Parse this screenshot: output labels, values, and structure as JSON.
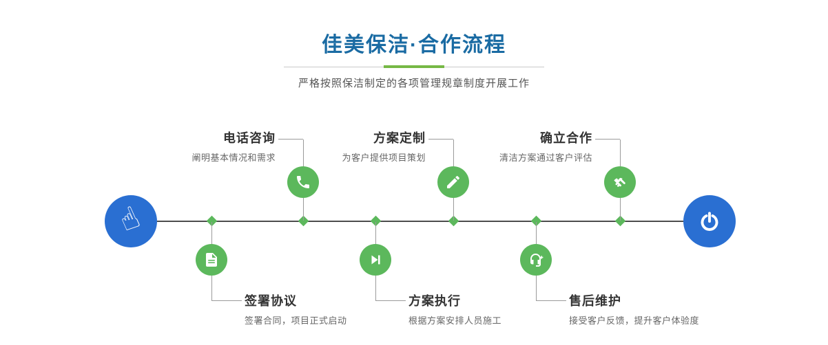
{
  "page": {
    "title": "佳美保洁·合作流程",
    "subtitle": "严格按照保洁制定的各项管理规章制度开展工作"
  },
  "colors": {
    "title_blue": "#1a6ba3",
    "green": "#5cb85c",
    "node_blue": "#2a6fd2",
    "line_dark": "#4c4c4c",
    "line_gray": "#9a9a9a",
    "divider_green": "#76b845",
    "text_dark": "#333333",
    "text_muted": "#666666"
  },
  "icons": {
    "start": "pointing-hand-icon",
    "start_glyph": "☝",
    "end": "power-icon",
    "top": [
      "phone-icon",
      "pen-icon",
      "handshake-icon"
    ],
    "bottom": [
      "document-icon",
      "play-next-icon",
      "headset-icon"
    ]
  },
  "steps_top": [
    {
      "title": "电话咨询",
      "desc": "阐明基本情况和需求"
    },
    {
      "title": "方案定制",
      "desc": "为客户提供项目策划"
    },
    {
      "title": "确立合作",
      "desc": "清洁方案通过客户评估"
    }
  ],
  "steps_bottom": [
    {
      "title": "签署协议",
      "desc": "签署合同，项目正式启动"
    },
    {
      "title": "方案执行",
      "desc": "根据方案安排人员施工"
    },
    {
      "title": "售后维护",
      "desc": "接受客户反馈，提升客户体验度"
    }
  ]
}
